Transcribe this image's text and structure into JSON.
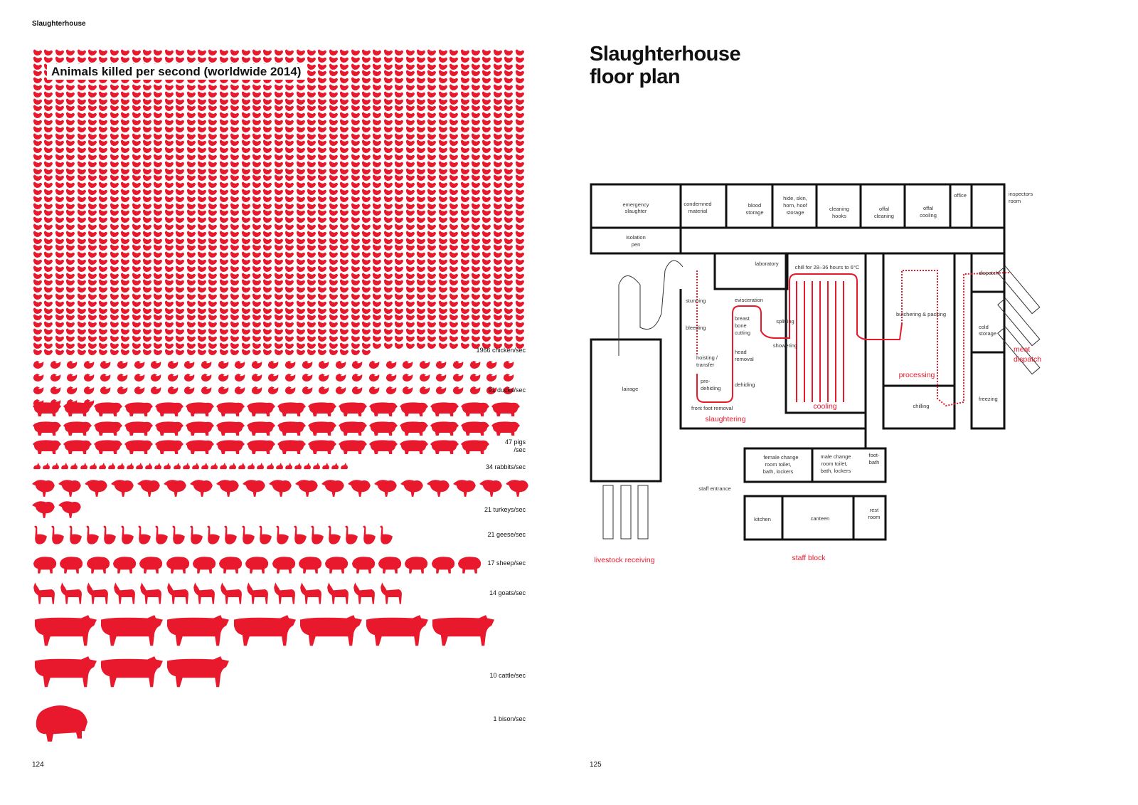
{
  "running_header": "Slaughterhouse",
  "page_left": "124",
  "page_right": "125",
  "accent_color": "#e8192c",
  "chart_data": {
    "type": "pictograph",
    "title": "Animals killed per second (worldwide 2014)",
    "unit": "animals/sec",
    "series": [
      {
        "animal": "chicken",
        "value": 1966,
        "label": "1966 chicken/sec",
        "icon": "chicken-icon"
      },
      {
        "animal": "ducks",
        "value": 91,
        "label": "91 ducks/sec",
        "icon": "duck-icon"
      },
      {
        "animal": "pigs",
        "value": 47,
        "label": "47 pigs /sec",
        "icon": "pig-icon"
      },
      {
        "animal": "rabbits",
        "value": 34,
        "label": "34 rabbits/sec",
        "icon": "rabbit-icon"
      },
      {
        "animal": "turkeys",
        "value": 21,
        "label": "21 turkeys/sec",
        "icon": "turkey-icon"
      },
      {
        "animal": "geese",
        "value": 21,
        "label": "21 geese/sec",
        "icon": "goose-icon"
      },
      {
        "animal": "sheep",
        "value": 17,
        "label": "17 sheep/sec",
        "icon": "sheep-icon"
      },
      {
        "animal": "goats",
        "value": 14,
        "label": "14 goats/sec",
        "icon": "goat-icon"
      },
      {
        "animal": "cattle",
        "value": 10,
        "label": "10 cattle/sec",
        "icon": "cattle-icon"
      },
      {
        "animal": "bison",
        "value": 1,
        "label": "1 bison/sec",
        "icon": "bison-icon"
      }
    ]
  },
  "plan": {
    "title_line1": "Slaughterhouse",
    "title_line2": "floor plan",
    "rooms": {
      "emergency1": "emergency",
      "emergency2": "slaughter",
      "condemned1": "condemned",
      "condemned2": "material",
      "blood1": "blood",
      "blood2": "storage",
      "hide1": "hide, skin,",
      "hide2": "horn, hoof",
      "hide3": "storage",
      "hooks1": "cleaning",
      "hooks2": "hooks",
      "offalc1": "offal",
      "offalc2": "cleaning",
      "offalk1": "offal",
      "offalk2": "cooling",
      "office": "office",
      "insp1": "inspectors",
      "insp2": "room",
      "iso1": "isolation",
      "iso2": "pen",
      "lab": "laboratory",
      "chill": "chill for 28–36 hours to 6°C",
      "lairage": "lairage",
      "female1": "female change",
      "female2": "room toilet,",
      "female3": "bath, lockers",
      "male1": "male change",
      "male2": "room toilet,",
      "male3": "bath, lockers",
      "foot1": "foot-",
      "foot2": "bath",
      "staff_entrance": "staff entrance",
      "kitchen": "kitchen",
      "canteen": "canteen",
      "rest1": "rest",
      "rest2": "room"
    },
    "steps": {
      "stunning": "stunning",
      "bleeding": "bleeding",
      "hoist1": "hoisting /",
      "hoist2": "transfer",
      "pre1": "pre-",
      "pre2": "dehiding",
      "front": "front foot removal",
      "evisc": "evisceration",
      "breast1": "breast",
      "breast2": "bone",
      "breast3": "cutting",
      "head1": "head",
      "head2": "removal",
      "dehiding": "dehiding",
      "splitting": "splitting",
      "showering": "showering",
      "butcher": "butchering & packing",
      "chilling": "chilling",
      "dispatch": "dispatch",
      "cold1": "cold",
      "cold2": "storage",
      "freezing": "freezing"
    },
    "zones": {
      "slaughtering": "slaughtering",
      "cooling": "cooling",
      "processing": "processing",
      "meat1": "meat",
      "meat2": "dispatch",
      "livestock": "livestock receiving",
      "staff": "staff block"
    }
  }
}
